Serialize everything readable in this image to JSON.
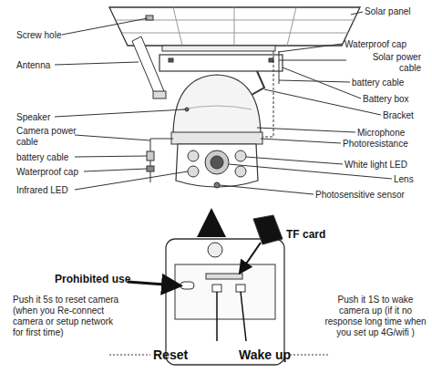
{
  "diagram": {
    "labels": [
      "Screw hole",
      "Solar panel",
      "Waterproof cap",
      "Antenna",
      "Solar power cable",
      "battery cable",
      "Battery box",
      "Bracket",
      "Speaker",
      "Camera power cable",
      "Microphone",
      "battery cable",
      "Photoresistance",
      "Waterproof cap",
      "White light LED",
      "Infrared LED",
      "Lens",
      "Photosensitive sensor",
      "TF card",
      "Prohibited use",
      "Push it 5s to reset camera (when you Re-connect camera or setup network for first time)",
      "Push it 1S to wake camera up (if it no response long time when you set up 4G/wifi )",
      "Reset",
      "Wake up"
    ]
  }
}
